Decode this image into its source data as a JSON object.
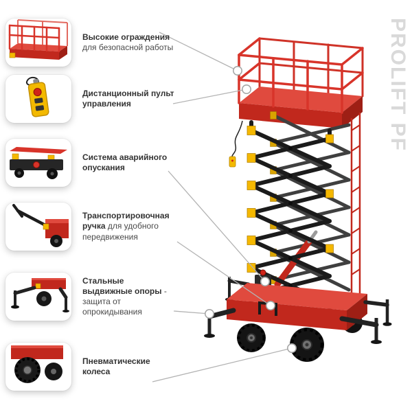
{
  "watermark": "PROLIFT PF",
  "features": [
    {
      "title": "Высокие ограждения",
      "desc": "для безопасной работы"
    },
    {
      "title": "Дистанционный пульт управления",
      "desc": ""
    },
    {
      "title": "Система аварийного опускания",
      "desc": ""
    },
    {
      "title": "Транспортировочная ручка",
      "desc": "для удобного передвижения"
    },
    {
      "title": "Стальные выдвижные опоры",
      "desc": "- защита от опрокидывания"
    },
    {
      "title": "Пневматические колеса",
      "desc": ""
    }
  ],
  "illustration": {
    "subject": "mobile scissor lift",
    "colors": {
      "red": "#d8342a",
      "dark_red": "#c1281d",
      "yellow": "#f5b800",
      "black": "#1b1b1b"
    }
  }
}
